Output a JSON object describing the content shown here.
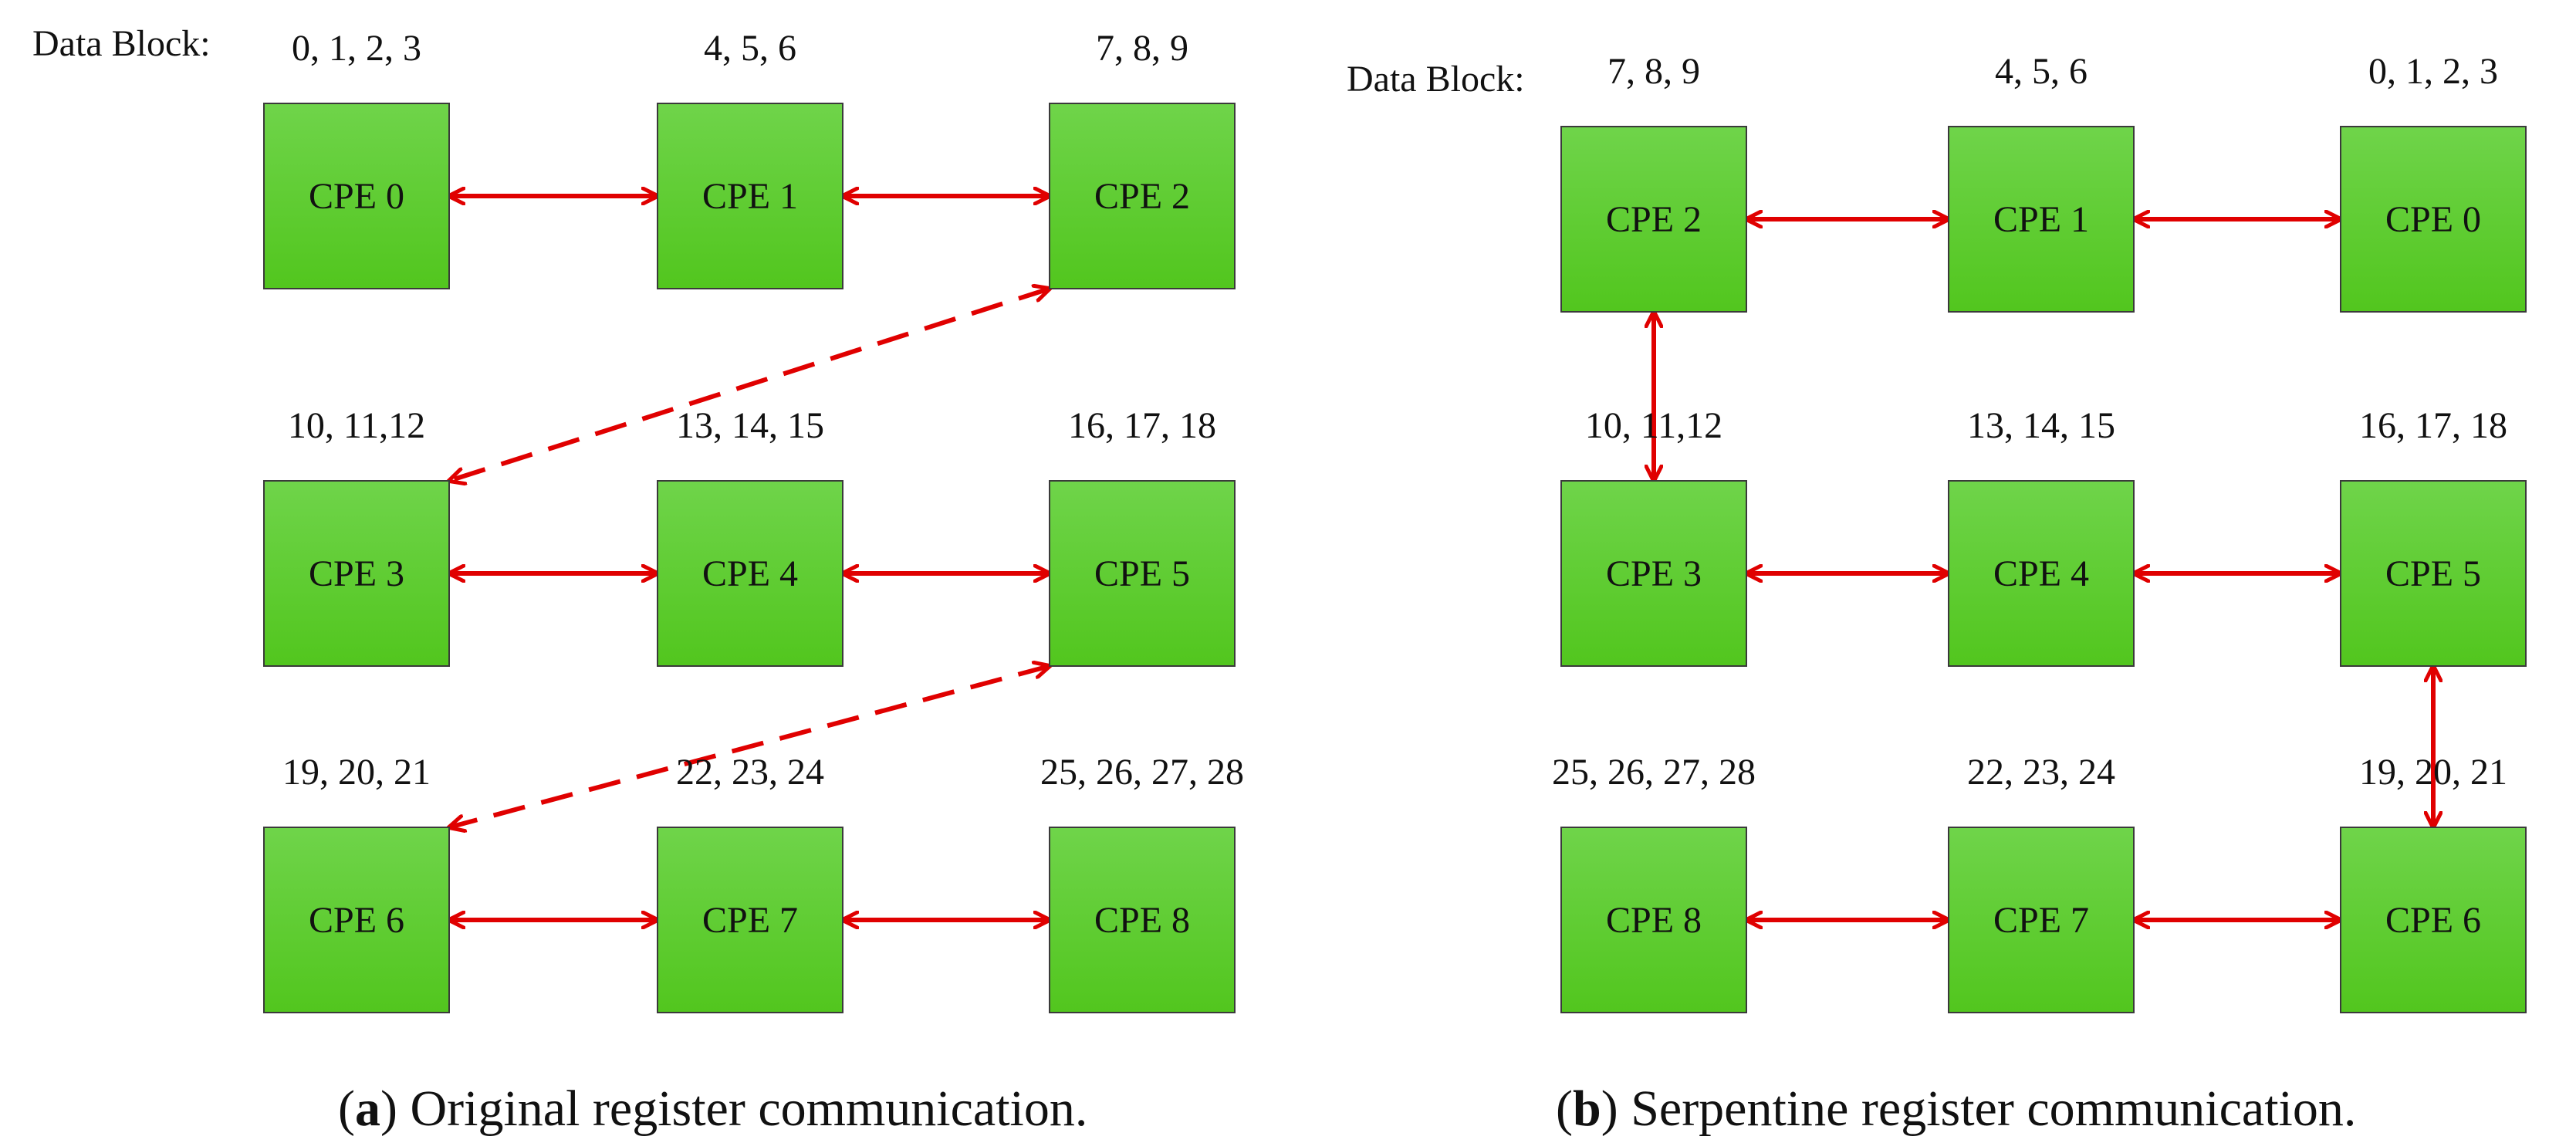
{
  "colors": {
    "node_fill_top": "#6fd44a",
    "node_fill_bottom": "#52c61e",
    "arrow": "#e00000"
  },
  "panels": [
    {
      "id": "a",
      "data_block_label": "Data Block:",
      "caption": {
        "letter": "a",
        "text": " Original register communication."
      },
      "nodes": [
        {
          "label": "CPE 0",
          "block": "0, 1, 2, 3"
        },
        {
          "label": "CPE 1",
          "block": "4, 5, 6"
        },
        {
          "label": "CPE 2",
          "block": "7, 8, 9"
        },
        {
          "label": "CPE 3",
          "block": "10, 11,12"
        },
        {
          "label": "CPE 4",
          "block": "13, 14, 15"
        },
        {
          "label": "CPE 5",
          "block": "16, 17, 18"
        },
        {
          "label": "CPE 6",
          "block": "19, 20, 21"
        },
        {
          "label": "CPE 7",
          "block": "22, 23, 24"
        },
        {
          "label": "CPE 8",
          "block": "25, 26,  27, 28"
        }
      ],
      "edges": [
        {
          "from": "CPE 0",
          "to": "CPE 1",
          "style": "solid"
        },
        {
          "from": "CPE 1",
          "to": "CPE 2",
          "style": "solid"
        },
        {
          "from": "CPE 3",
          "to": "CPE 4",
          "style": "solid"
        },
        {
          "from": "CPE 4",
          "to": "CPE 5",
          "style": "solid"
        },
        {
          "from": "CPE 6",
          "to": "CPE 7",
          "style": "solid"
        },
        {
          "from": "CPE 7",
          "to": "CPE 8",
          "style": "solid"
        },
        {
          "from": "CPE 3",
          "to": "CPE 2",
          "style": "dashed"
        },
        {
          "from": "CPE 6",
          "to": "CPE 5",
          "style": "dashed"
        }
      ]
    },
    {
      "id": "b",
      "data_block_label": "Data Block:",
      "caption": {
        "letter": "b",
        "text": " Serpentine register communication."
      },
      "nodes": [
        {
          "label": "CPE 2",
          "block": "7, 8, 9"
        },
        {
          "label": "CPE 1",
          "block": "4, 5, 6"
        },
        {
          "label": "CPE 0",
          "block": "0, 1, 2, 3"
        },
        {
          "label": "CPE 3",
          "block": "10, 11,12"
        },
        {
          "label": "CPE 4",
          "block": "13, 14, 15"
        },
        {
          "label": "CPE 5",
          "block": "16, 17, 18"
        },
        {
          "label": "CPE 8",
          "block": "25, 26, 27, 28"
        },
        {
          "label": "CPE 7",
          "block": "22, 23, 24"
        },
        {
          "label": "CPE 6",
          "block": "19, 20, 21"
        }
      ],
      "edges": [
        {
          "from": "CPE 2",
          "to": "CPE 1",
          "style": "solid"
        },
        {
          "from": "CPE 1",
          "to": "CPE 0",
          "style": "solid"
        },
        {
          "from": "CPE 2",
          "to": "CPE 3",
          "style": "solid"
        },
        {
          "from": "CPE 3",
          "to": "CPE 4",
          "style": "solid"
        },
        {
          "from": "CPE 4",
          "to": "CPE 5",
          "style": "solid"
        },
        {
          "from": "CPE 5",
          "to": "CPE 6",
          "style": "solid"
        },
        {
          "from": "CPE 8",
          "to": "CPE 7",
          "style": "solid"
        },
        {
          "from": "CPE 7",
          "to": "CPE 6",
          "style": "solid"
        }
      ]
    }
  ]
}
